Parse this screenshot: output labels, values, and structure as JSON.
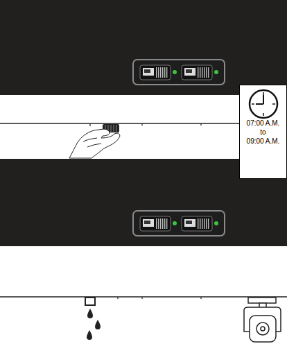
{
  "diagram": {
    "nodes": [
      {
        "text": [
          "07:00 A.M.",
          "to",
          "09:00 A.M."
        ]
      }
    ]
  }
}
